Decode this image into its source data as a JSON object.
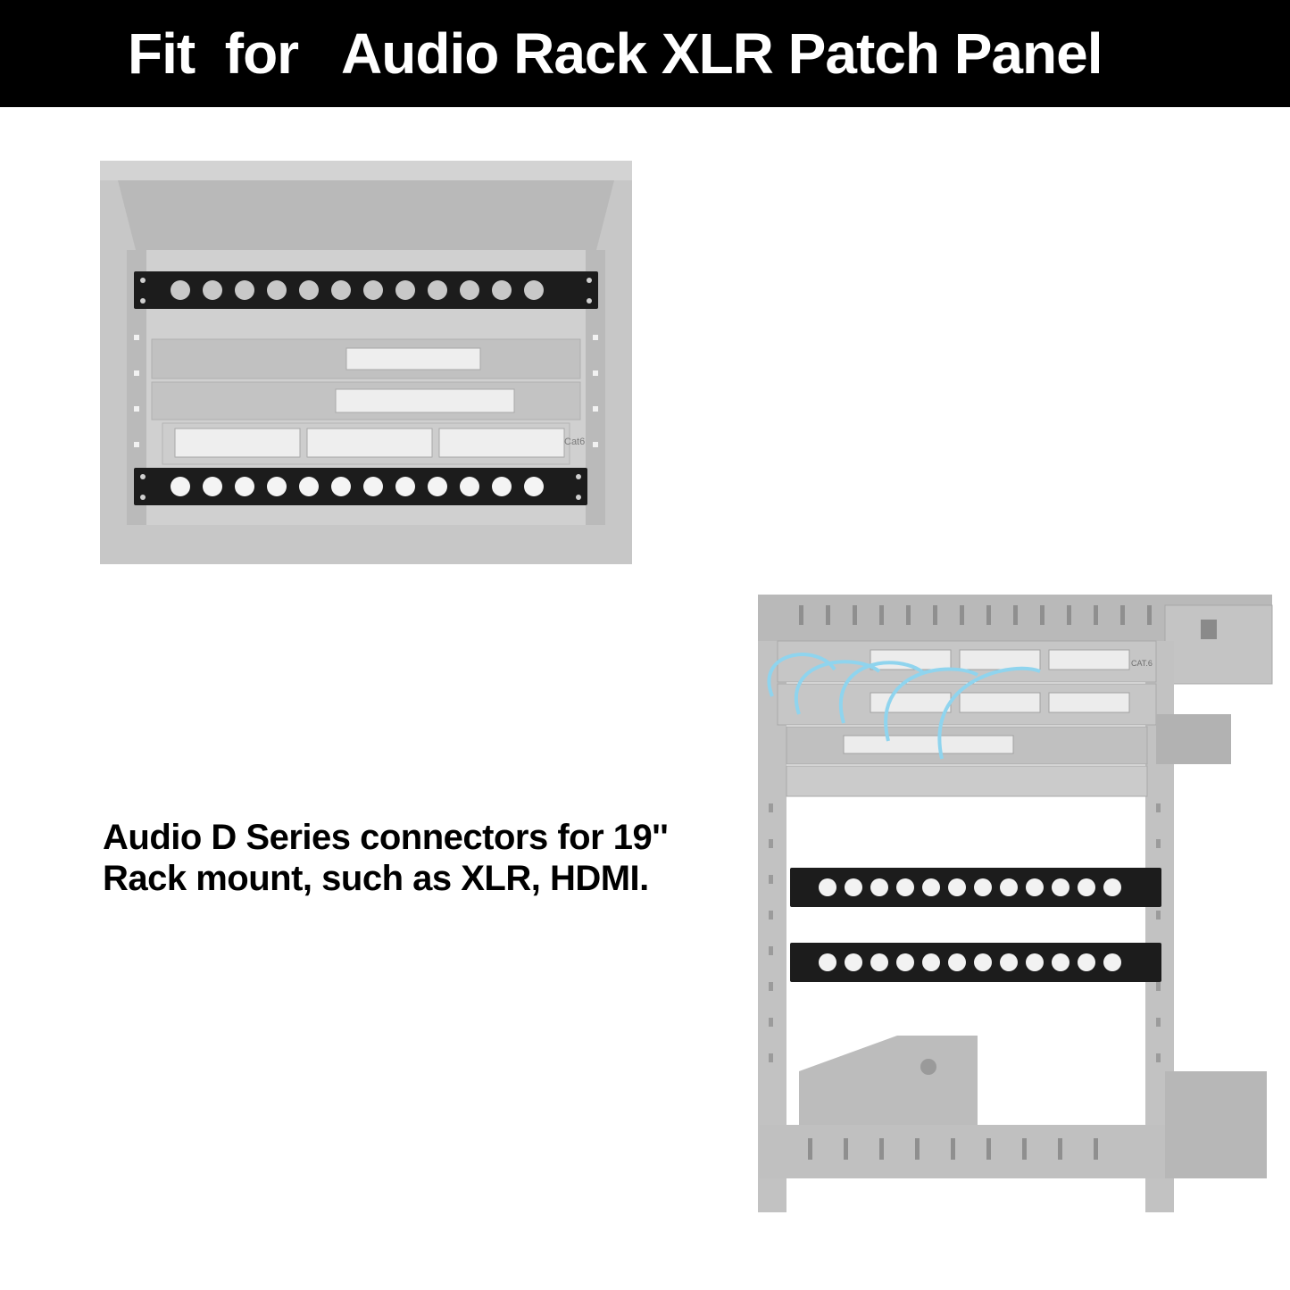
{
  "header": {
    "title": "Fit  for   Audio Rack XLR Patch Panel"
  },
  "caption": {
    "line1": "Audio D Series connectors for 19''",
    "line2": "Rack mount, such as XLR, HDMI."
  },
  "illustrations": {
    "cabinet_rack": {
      "panel_label": "Cat6"
    },
    "wall_rack": {
      "panel_label": "CAT.6"
    }
  },
  "colors": {
    "banner": "#000000",
    "rack_gray": "#bdbdbd",
    "panel_black": "#1a1a1a",
    "cable_blue": "#8fd4ee"
  }
}
